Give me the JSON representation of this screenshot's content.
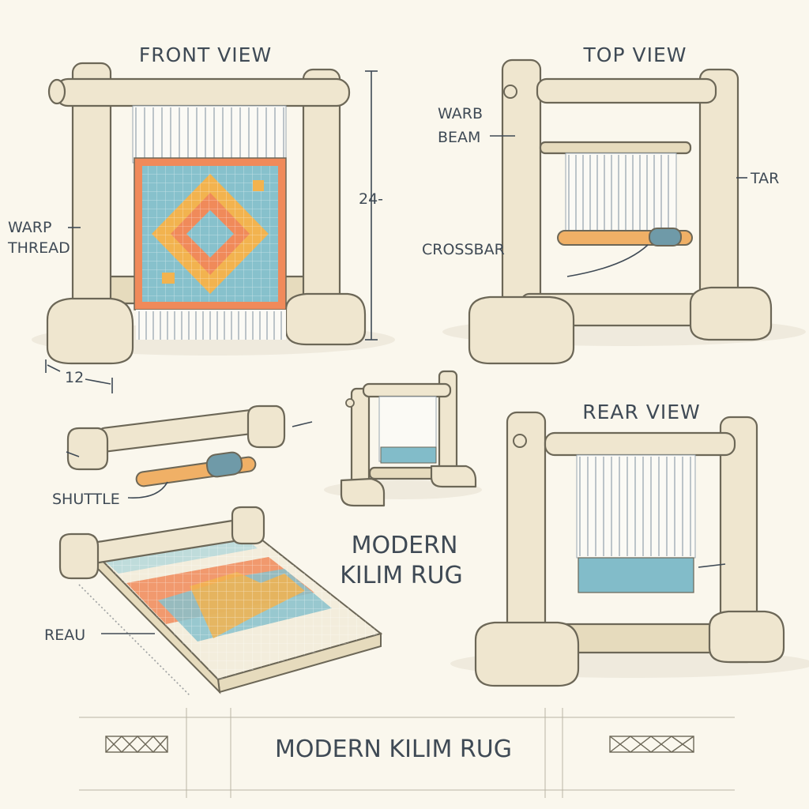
{
  "views": {
    "front": "FRONT VIEW",
    "top": "TOP VIEW",
    "rear": "REAR VIEW"
  },
  "labels": {
    "warp_thread_1": "WARP",
    "warp_thread_2": "THREAD",
    "height_dim": "24-",
    "width_dim": "12",
    "warb_beam_1": "WARB",
    "warb_beam_2": "BEAM",
    "tar": "TAR",
    "crossbar": "CROSSBAR",
    "shuttle": "SHUTTLE",
    "reau": "REAU",
    "center_title_1": "MODERN",
    "center_title_2": "KILIM RUG"
  },
  "footer": {
    "title": "MODERN KILIM RUG"
  },
  "colors": {
    "background": "#faf7ed",
    "wood": "#efe6cf",
    "outline": "#6c6757",
    "teal": "#74b6c6",
    "orange": "#f08a5a",
    "yellow": "#f2b34f",
    "text": "#3f4a55"
  }
}
